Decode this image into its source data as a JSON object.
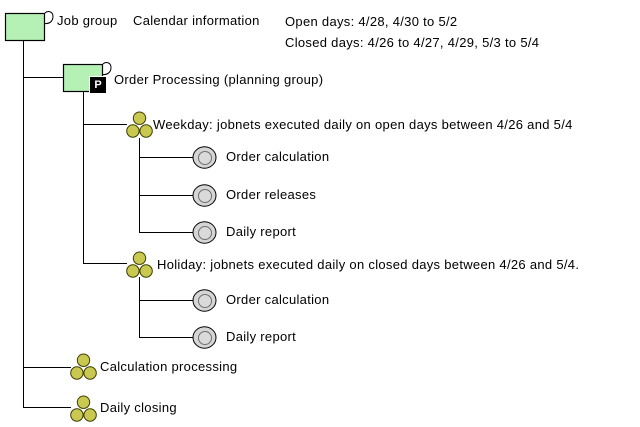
{
  "header": {
    "root_label": "Job group",
    "calendar_label": "Calendar information",
    "open_days": "Open days: 4/28, 4/30 to 5/2",
    "closed_days": "Closed days: 4/26 to 4/27, 4/29, 5/3 to 5/4"
  },
  "tree": {
    "planning_group": {
      "label": "Order Processing (planning group)",
      "badge": "P"
    },
    "weekday": {
      "label": "Weekday: jobnets executed daily on open days between 4/26 and 5/4",
      "jobs": [
        "Order calculation",
        "Order releases",
        "Daily report"
      ]
    },
    "holiday": {
      "label": "Holiday: jobnets executed daily on closed days between 4/26 and 5/4.",
      "jobs": [
        "Order calculation",
        "Daily report"
      ]
    },
    "jobnets": [
      "Calculation processing",
      "Daily closing"
    ]
  },
  "icons": {
    "job_group": "job-group-folder-icon",
    "planning_group": "planning-group-folder-icon",
    "jobnet": "jobnet-cluster-icon",
    "job": "job-circle-icon"
  },
  "colors": {
    "line": "#000000",
    "folder-green": "#b5f1b5",
    "jobnet-yellow": "#c9c952",
    "jobnet-outline": "#3c3c00",
    "job-gray": "#d5d5d5",
    "job-gray2": "#dadada",
    "job-inner-outline": "#707070",
    "badge-bg": "#000000",
    "badge-fg": "#ffffff"
  }
}
